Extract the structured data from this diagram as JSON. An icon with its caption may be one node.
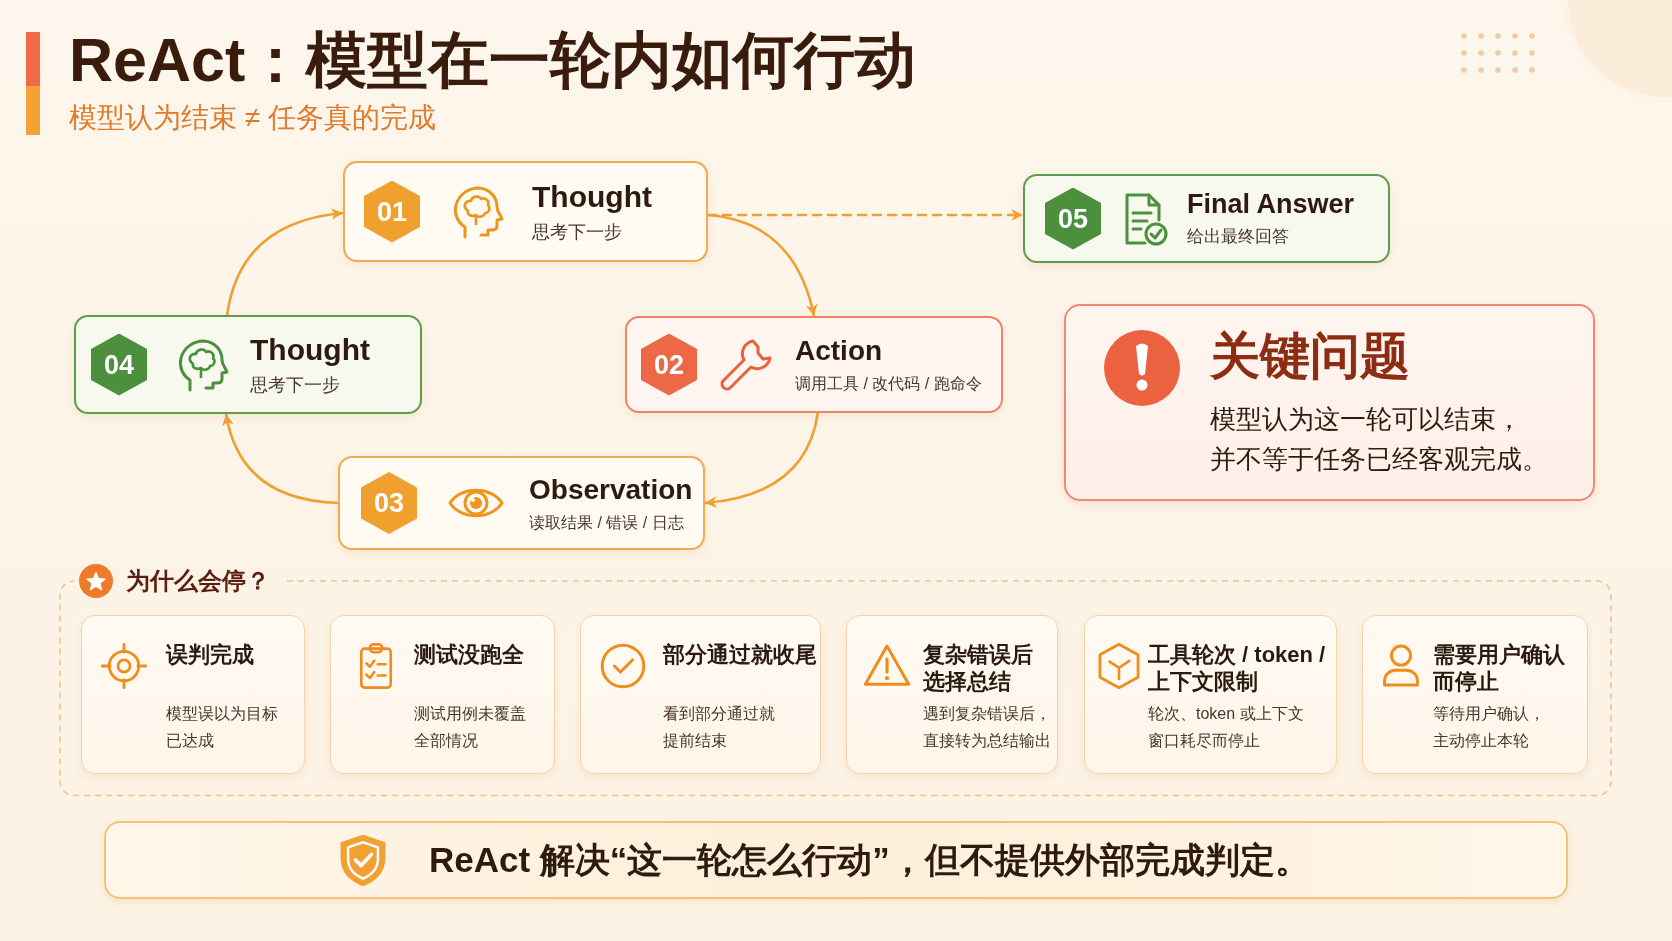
{
  "diagram": {
    "title": "ReAct：模型在一轮内如何行动",
    "nodes": [
      {
        "text": [
          "01",
          "Thought",
          "思考下一步"
        ]
      },
      {
        "text": [
          "02",
          "Action",
          "调用工具 / 改代码 / 跑命令"
        ]
      },
      {
        "text": [
          "03",
          "Observation",
          "读取结果 / 错误 / 日志"
        ]
      },
      {
        "text": [
          "04",
          "Thought",
          "思考下一步"
        ]
      },
      {
        "text": [
          "05",
          "Final Answer",
          "给出最终回答"
        ]
      },
      {
        "text": [
          "关键问题",
          "模型认为这一轮可以结束，并不等于任务已经客观完成。"
        ]
      },
      {
        "text": [
          "为什么会停？"
        ]
      },
      {
        "text": [
          "误判完成",
          "模型误以为目标已达成"
        ],
        "in": 6
      },
      {
        "text": [
          "测试没跑全",
          "测试用例未覆盖全部情况"
        ],
        "in": 6
      },
      {
        "text": [
          "部分通过就收尾",
          "看到部分通过就提前结束"
        ],
        "in": 6
      },
      {
        "text": [
          "复杂错误后选择总结",
          "遇到复杂错误后，直接转为总结输出"
        ],
        "in": 6
      },
      {
        "text": [
          "工具轮次 / token / 上下文限制",
          "轮次、token 或上下文窗口耗尽而停止"
        ],
        "in": 6
      },
      {
        "text": [
          "需要用户确认而停止",
          "等待用户确认，主动停止本轮"
        ],
        "in": 6
      },
      {
        "text": [
          "ReAct 解决“这一轮怎么行动”，但不提供外部完成判定。"
        ]
      }
    ],
    "edges": [
      {
        "from": 0,
        "to": 1,
        "arrow": "to"
      },
      {
        "from": 1,
        "to": 2,
        "arrow": "to"
      },
      {
        "from": 2,
        "to": 3,
        "arrow": "to"
      },
      {
        "from": 3,
        "to": 0,
        "arrow": "to"
      },
      {
        "from": 0,
        "to": 4,
        "arrow": "to",
        "style": "dashed"
      }
    ],
    "labels": [
      "模型认为结束 ≠ 任务真的完成"
    ]
  }
}
